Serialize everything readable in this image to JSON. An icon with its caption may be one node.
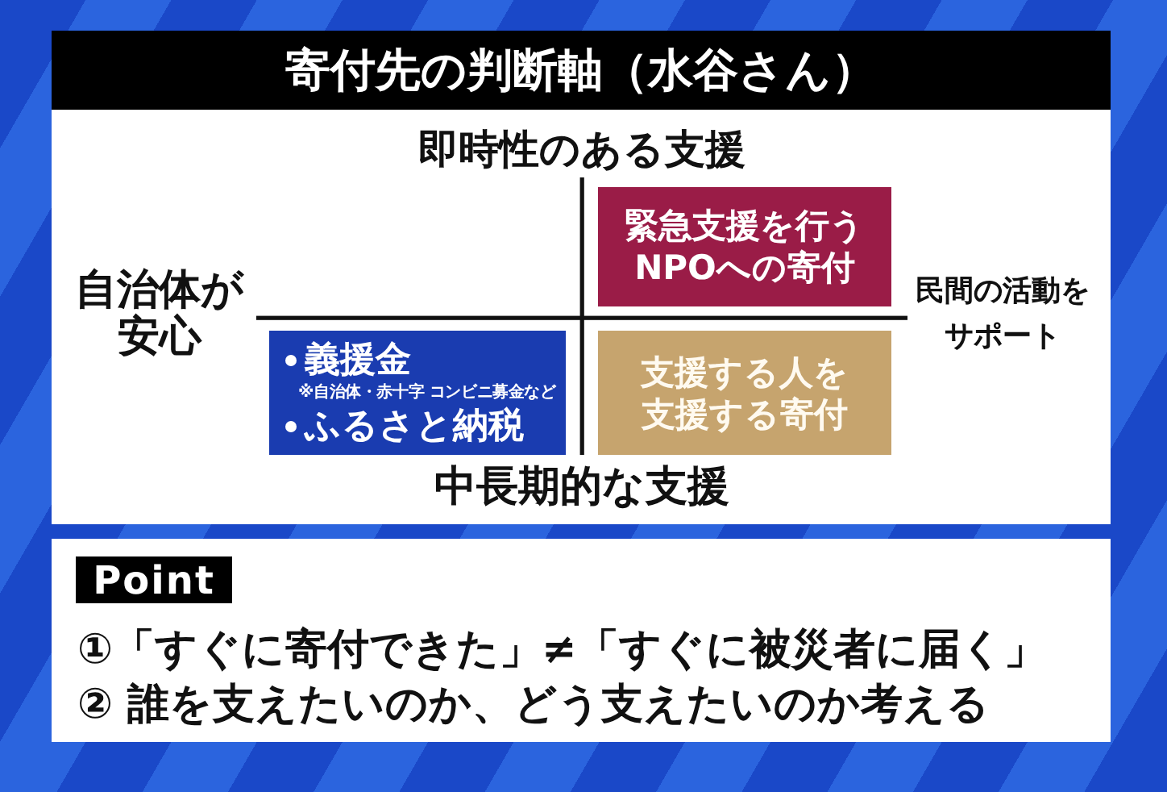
{
  "diagram": {
    "title": "寄付先の判断軸（水谷さん）",
    "nodes": [
      {
        "text": [
          "緊急支援を行うNPOへの寄付"
        ]
      },
      {
        "text": [
          "義援金",
          "※自治体・赤十字 コンビニ募金など",
          "ふるさと納税"
        ]
      },
      {
        "text": [
          "支援する人を支援する寄付"
        ]
      },
      {
        "text": [
          "Point"
        ]
      }
    ],
    "labels": [
      "即時性のある支援",
      "自治体が安心",
      "民間の活動をサポート",
      "中長期的な支援",
      "①「すぐに寄付できた」≠「すぐに被災者に届く」",
      "② 誰を支えたいのか、どう支えたいのか考える"
    ]
  }
}
